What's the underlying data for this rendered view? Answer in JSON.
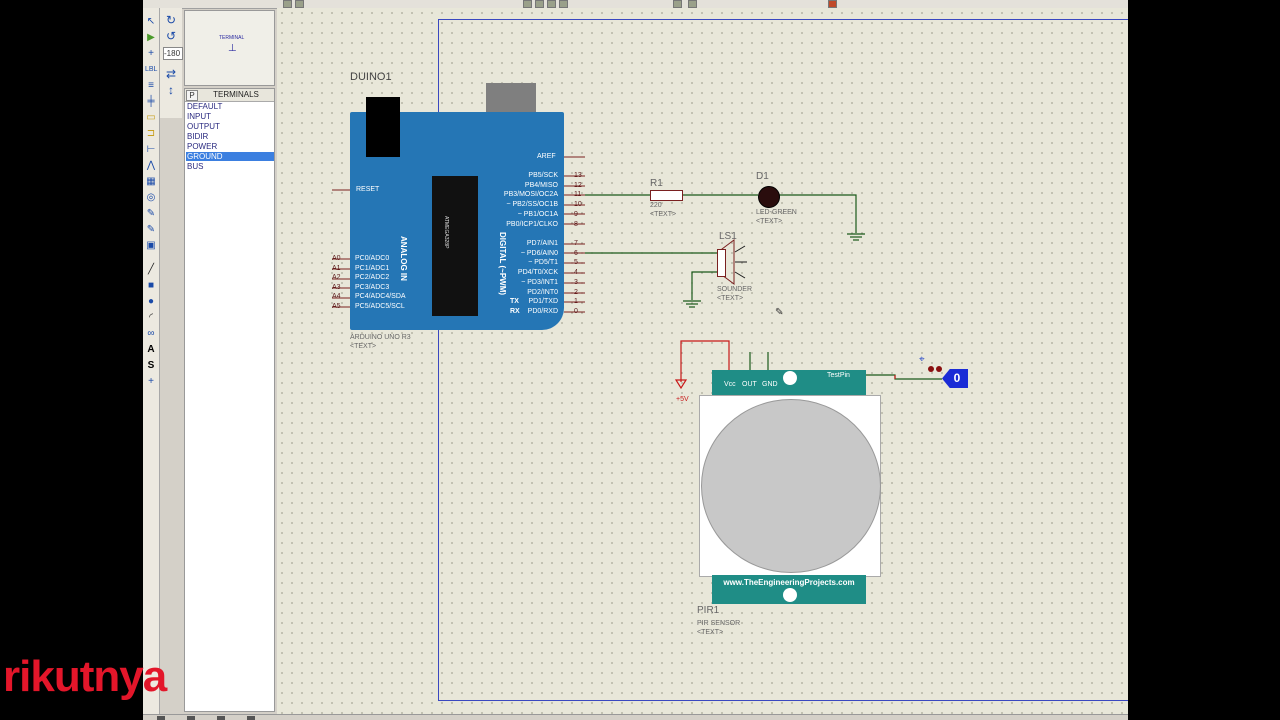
{
  "overlay_text": "rikutnya",
  "panel": {
    "rotation_value": "-180",
    "preview_label": "TERMINAL",
    "p_button": "P",
    "title": "TERMINALS",
    "items": [
      "DEFAULT",
      "INPUT",
      "OUTPUT",
      "BIDIR",
      "POWER",
      "GROUND",
      "BUS"
    ],
    "selected_item": "GROUND"
  },
  "arduino": {
    "ref": "DUINO1",
    "part": "ARDUINO UNO R3",
    "text": "<TEXT>",
    "reset": "RESET",
    "aref": "AREF",
    "analog_label": "ANALOG IN",
    "digital_label": "DIGITAL (~PWM)",
    "chip_label": "ATMEGA328P",
    "tx": "TX",
    "rx": "RX",
    "analog_pins": [
      {
        "num": "A0",
        "name": "PC0/ADC0"
      },
      {
        "num": "A1",
        "name": "PC1/ADC1"
      },
      {
        "num": "A2",
        "name": "PC2/ADC2"
      },
      {
        "num": "A3",
        "name": "PC3/ADC3"
      },
      {
        "num": "A4",
        "name": "PC4/ADC4/SDA"
      },
      {
        "num": "A5",
        "name": "PC5/ADC5/SCL"
      }
    ],
    "digital_pins_top": [
      {
        "num": "13",
        "name": "PB5/SCK"
      },
      {
        "num": "12",
        "name": "PB4/MISO"
      },
      {
        "num": "11",
        "name": "PB3/MOSI/OC2A"
      },
      {
        "num": "10",
        "name": "~ PB2/SS/OC1B"
      },
      {
        "num": "9",
        "name": "~ PB1/OC1A"
      },
      {
        "num": "8",
        "name": "PB0/ICP1/CLKO"
      }
    ],
    "digital_pins_bottom": [
      {
        "num": "7",
        "name": "PD7/AIN1"
      },
      {
        "num": "6",
        "name": "~ PD6/AIN0"
      },
      {
        "num": "5",
        "name": "~ PD5/T1"
      },
      {
        "num": "4",
        "name": "PD4/T0/XCK"
      },
      {
        "num": "3",
        "name": "~ PD3/INT1"
      },
      {
        "num": "2",
        "name": "PD2/INT0"
      },
      {
        "num": "1",
        "name": "PD1/TXD"
      },
      {
        "num": "0",
        "name": "PD0/RXD"
      }
    ]
  },
  "resistor": {
    "ref": "R1",
    "value": "220",
    "text": "<TEXT>"
  },
  "led": {
    "ref": "D1",
    "part": "LED-GREEN",
    "text": "<TEXT>"
  },
  "sounder": {
    "ref": "LS1",
    "part": "SOUNDER",
    "text": "<TEXT>"
  },
  "pir": {
    "ref": "PIR1",
    "part": "PIR SENSOR",
    "text": "<TEXT>",
    "pins": [
      "Vcc",
      "OUT",
      "GND"
    ],
    "test_pin": "TestPin",
    "website": "www.TheEngineeringProjects.com"
  },
  "power_terminal": {
    "label": "+5V"
  },
  "logic_probe": {
    "value": "0"
  },
  "colors": {
    "wire": "#1a5a1a",
    "power_wire": "#c81818",
    "pir_teal": "#1f8d86",
    "board_blue": "#2576b5"
  }
}
